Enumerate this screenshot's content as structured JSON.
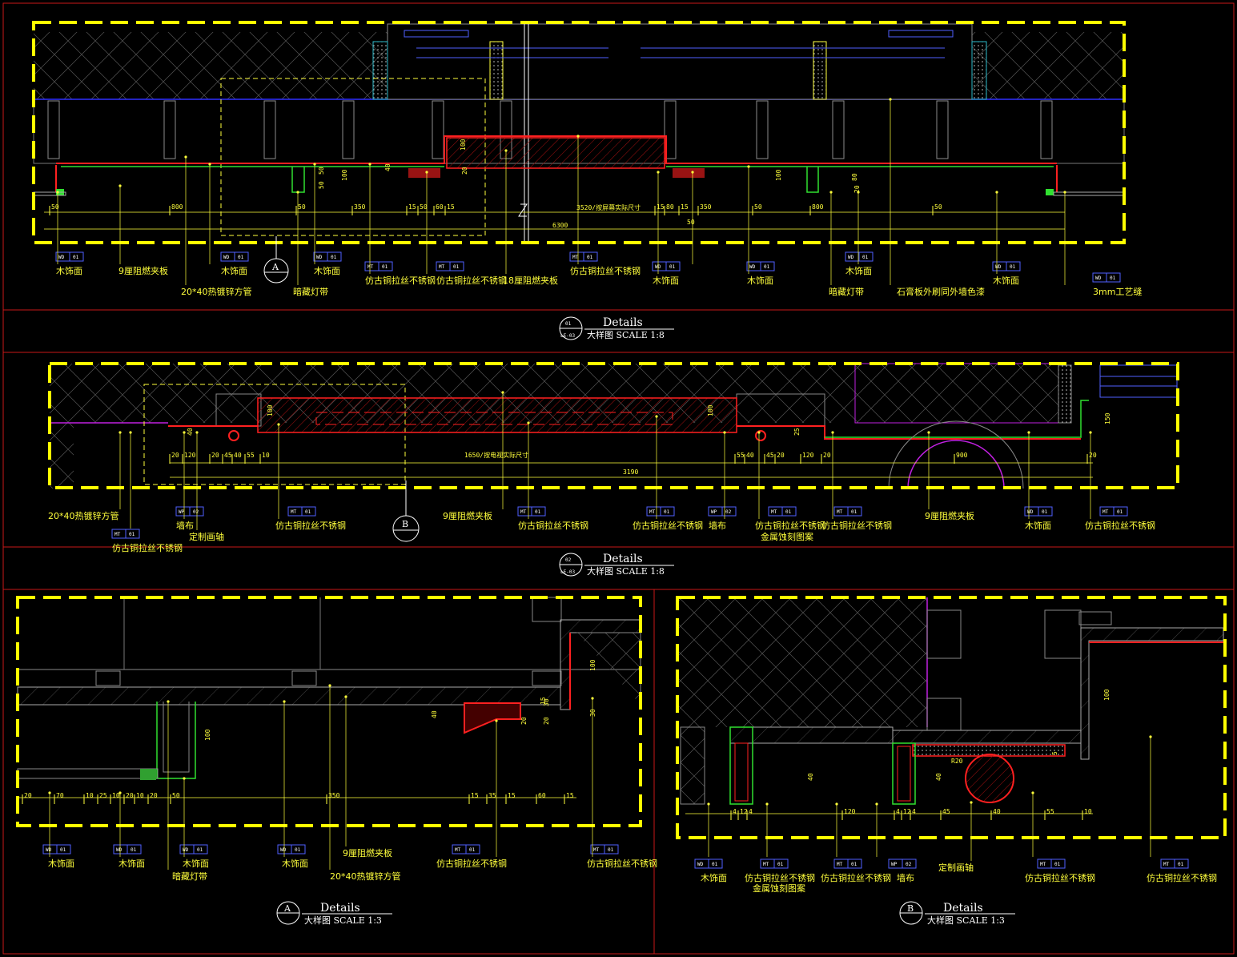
{
  "detail01": {
    "title": "Details",
    "number": "01",
    "sheet": "LE-03",
    "subtitle": "大样图  SCALE 1:8",
    "dims_row": [
      "50",
      "800",
      "50",
      "350",
      "15",
      "50",
      "60",
      "15",
      "15",
      "80",
      "15",
      "350",
      "50",
      "800",
      "50"
    ],
    "dim_center": "3520/按屏幕实际尺寸",
    "dim_total": "6300",
    "dim_mid": "50",
    "v_dims": [
      "50",
      "50",
      "100",
      "40",
      "100",
      "20",
      "100",
      "80",
      "20"
    ],
    "callouts": [
      {
        "code": "WD",
        "num": "01",
        "label": "木饰面"
      },
      {
        "code": "",
        "num": "",
        "label": "9厘阻燃夹板"
      },
      {
        "code": "",
        "num": "",
        "label": "20*40热镀锌方管"
      },
      {
        "code": "WD",
        "num": "01",
        "label": "木饰面"
      },
      {
        "code": "",
        "num": "",
        "label": "暗藏灯带"
      },
      {
        "code": "WD",
        "num": "01",
        "label": "木饰面"
      },
      {
        "code": "MT",
        "num": "01",
        "label": "仿古铜拉丝不锈钢"
      },
      {
        "code": "MT",
        "num": "01",
        "label": "仿古铜拉丝不锈钢"
      },
      {
        "code": "",
        "num": "",
        "label": "18厘阻燃夹板"
      },
      {
        "code": "MT",
        "num": "01",
        "label": "仿古铜拉丝不锈钢"
      },
      {
        "code": "WD",
        "num": "01",
        "label": "木饰面"
      },
      {
        "code": "WD",
        "num": "01",
        "label": "木饰面"
      },
      {
        "code": "",
        "num": "",
        "label": "暗藏灯带"
      },
      {
        "code": "WD",
        "num": "01",
        "label": "木饰面"
      },
      {
        "code": "",
        "num": "",
        "label": "石膏板外刷同外墙色漆"
      },
      {
        "code": "WD",
        "num": "01",
        "label": "木饰面"
      },
      {
        "code": "WD",
        "num": "01",
        "label": "3mm工艺缝"
      }
    ],
    "marker": "A"
  },
  "detail02": {
    "title": "Details",
    "number": "02",
    "sheet": "LE-03",
    "subtitle": "大样图  SCALE 1:8",
    "dims_row": [
      "20",
      "120",
      "20",
      "45",
      "40",
      "55",
      "10",
      "55",
      "40",
      "45",
      "20",
      "120",
      "20",
      "900",
      "20"
    ],
    "dim_center": "1650/按电视实际尺寸",
    "dim_total": "3190",
    "v_dims": [
      "40",
      "100",
      "100",
      "25",
      "150"
    ],
    "callouts": [
      {
        "code": "",
        "num": "",
        "label": "20*40热镀锌方管"
      },
      {
        "code": "WP",
        "num": "02",
        "label": "墙布"
      },
      {
        "code": "",
        "num": "",
        "label": "定制画轴"
      },
      {
        "code": "MT",
        "num": "01",
        "label": "仿古铜拉丝不锈钢"
      },
      {
        "code": "MT",
        "num": "01",
        "label": "仿古铜拉丝不锈钢"
      },
      {
        "code": "",
        "num": "",
        "label": "9厘阻燃夹板"
      },
      {
        "code": "MT",
        "num": "01",
        "label": "仿古铜拉丝不锈钢"
      },
      {
        "code": "MT",
        "num": "01",
        "label": "仿古铜拉丝不锈钢"
      },
      {
        "code": "WP",
        "num": "02",
        "label": "墙布"
      },
      {
        "code": "MT",
        "num": "01",
        "label": "仿古铜拉丝不锈钢"
      },
      {
        "code": "",
        "num": "",
        "label": "金属蚀刻图案"
      },
      {
        "code": "MT",
        "num": "01",
        "label": "仿古铜拉丝不锈钢"
      },
      {
        "code": "",
        "num": "",
        "label": "9厘阻燃夹板"
      },
      {
        "code": "WD",
        "num": "01",
        "label": "木饰面"
      },
      {
        "code": "MT",
        "num": "01",
        "label": "仿古铜拉丝不锈钢"
      }
    ],
    "marker": "B"
  },
  "detailA": {
    "title": "Details",
    "marker": "A",
    "subtitle": "大样图  SCALE 1:3",
    "dims_row": [
      "20",
      "70",
      "10",
      "25",
      "10",
      "20",
      "10",
      "20",
      "50",
      "350",
      "15",
      "35",
      "15",
      "60",
      "15"
    ],
    "v_dims": [
      "100",
      "40",
      "20",
      "20",
      "15",
      "100",
      "30",
      "30"
    ],
    "callouts": [
      {
        "code": "WD",
        "num": "01",
        "label": "木饰面"
      },
      {
        "code": "WD",
        "num": "01",
        "label": "木饰面"
      },
      {
        "code": "WD",
        "num": "01",
        "label": "木饰面"
      },
      {
        "code": "",
        "num": "",
        "label": "暗藏灯带"
      },
      {
        "code": "WD",
        "num": "01",
        "label": "木饰面"
      },
      {
        "code": "",
        "num": "",
        "label": "9厘阻燃夹板"
      },
      {
        "code": "",
        "num": "",
        "label": "20*40热镀锌方管"
      },
      {
        "code": "MT",
        "num": "01",
        "label": "仿古铜拉丝不锈钢"
      },
      {
        "code": "MT",
        "num": "01",
        "label": "仿古铜拉丝不锈钢"
      }
    ]
  },
  "detailB": {
    "title": "Details",
    "marker": "B",
    "subtitle": "大样图  SCALE 1:3",
    "dims_row": [
      "4",
      "12",
      "4",
      "120",
      "4",
      "12",
      "4",
      "45",
      "40",
      "55",
      "10"
    ],
    "radius": "R20",
    "v_dims": [
      "40",
      "40",
      "100",
      "5"
    ],
    "callouts": [
      {
        "code": "WD",
        "num": "01",
        "label": "木饰面"
      },
      {
        "code": "MT",
        "num": "01",
        "label": "仿古铜拉丝不锈钢"
      },
      {
        "code": "",
        "num": "",
        "label": "金属蚀刻图案"
      },
      {
        "code": "MT",
        "num": "01",
        "label": "仿古铜拉丝不锈钢"
      },
      {
        "code": "WP",
        "num": "02",
        "label": "墙布"
      },
      {
        "code": "",
        "num": "",
        "label": "定制画轴"
      },
      {
        "code": "MT",
        "num": "01",
        "label": "仿古铜拉丝不锈钢"
      },
      {
        "code": "MT",
        "num": "01",
        "label": "仿古铜拉丝不锈钢"
      }
    ]
  },
  "colors": {
    "dash": "#ffff00",
    "text": "#ffff3c",
    "frame": "#c81818",
    "wall": "#8c8c8c"
  }
}
